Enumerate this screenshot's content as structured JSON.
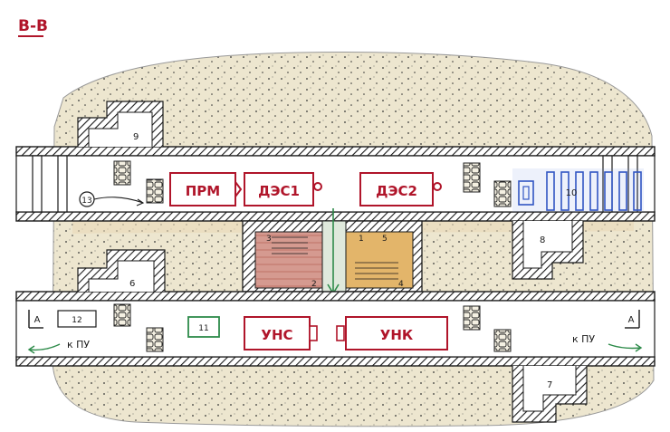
{
  "title": "B-B",
  "colors": {
    "wall": "#1a1a1a",
    "red": "#b0152a",
    "blue": "#2a4fc0",
    "green": "#2e8b4a",
    "ground": "#e8e1c8",
    "rock": "#efe9d6",
    "redfill": "#d9a59e",
    "orangefill": "#e8c07a"
  },
  "upper_tunnel": {
    "equipment": [
      {
        "id": "prm",
        "label": "ПРМ"
      },
      {
        "id": "des1",
        "label": "ДЭС1"
      },
      {
        "id": "des2",
        "label": "ДЭС2"
      }
    ]
  },
  "lower_tunnel": {
    "equipment": [
      {
        "id": "uns",
        "label": "УНС"
      },
      {
        "id": "unk",
        "label": "УНК"
      }
    ],
    "exit_left": "к ПУ",
    "exit_right": "к ПУ"
  },
  "section_marks": {
    "left": "А",
    "right": "А"
  },
  "room_numbers": [
    "1",
    "2",
    "3",
    "4",
    "5",
    "6",
    "7",
    "8",
    "9",
    "10",
    "11",
    "12",
    "13"
  ]
}
